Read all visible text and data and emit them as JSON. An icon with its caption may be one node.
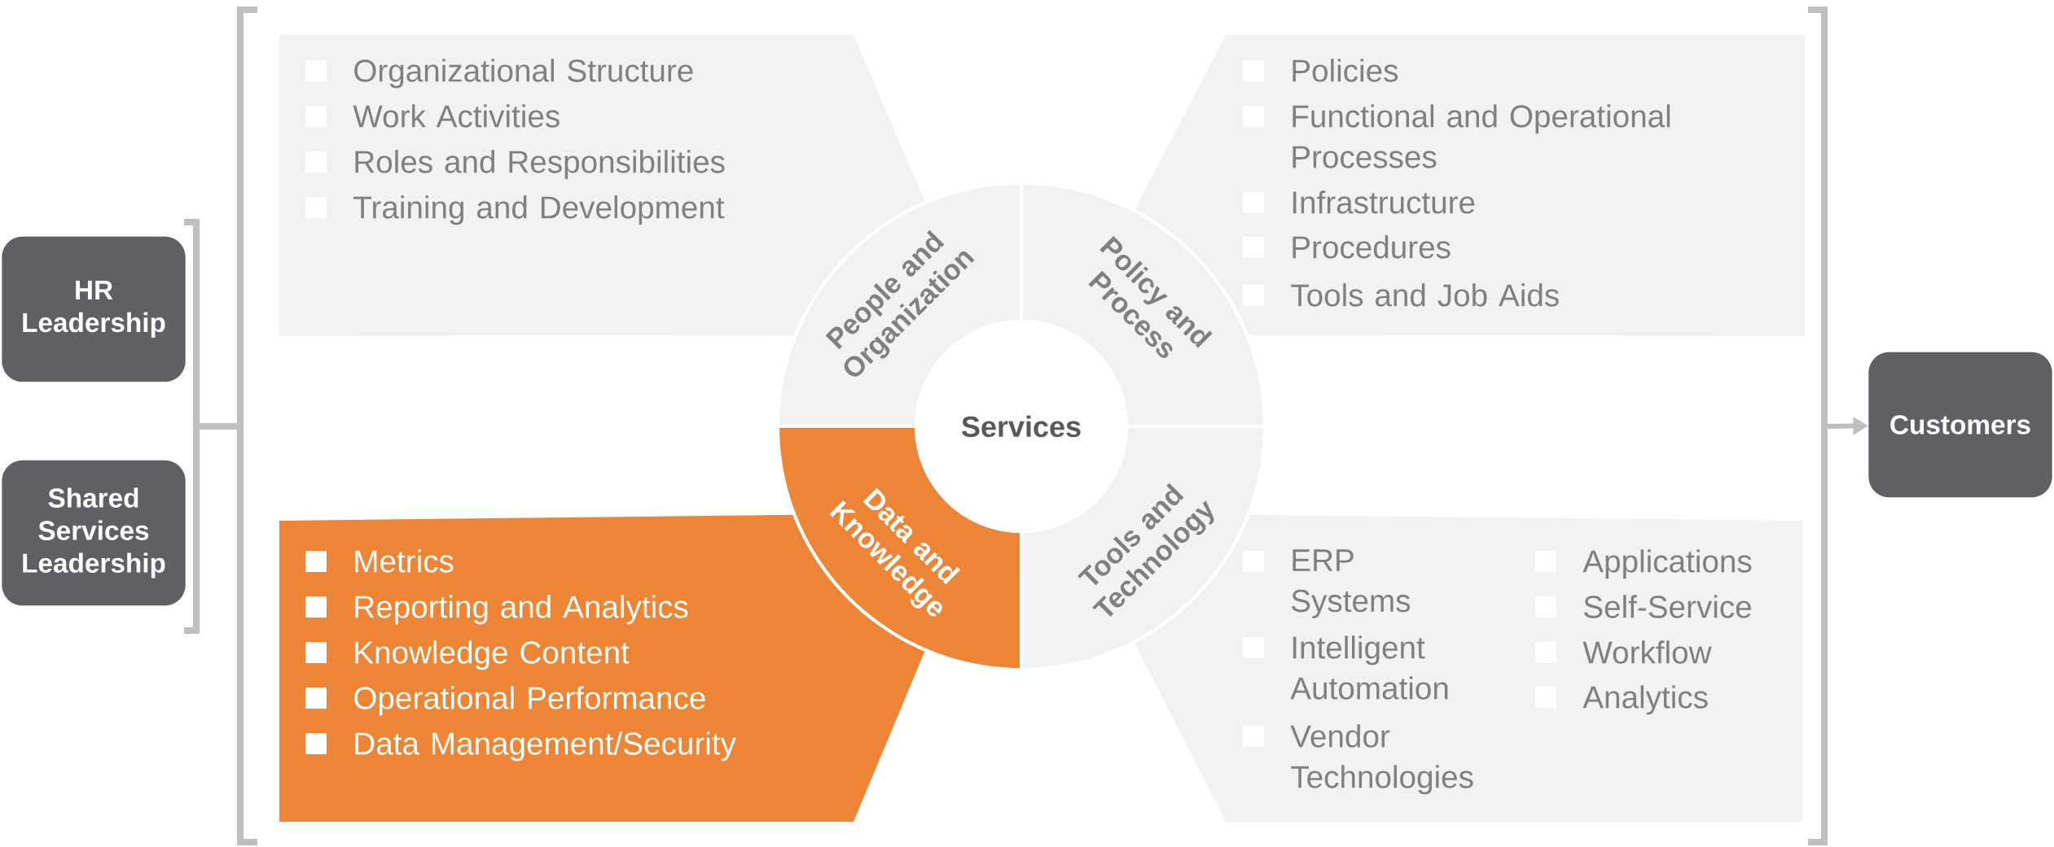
{
  "diagram": {
    "nodes": [
      {
        "text": [
          "HR Leadership"
        ]
      },
      {
        "text": [
          "Shared Services Leadership"
        ]
      },
      {
        "text": [
          "Organizational Structure",
          "Work Activities",
          "Roles and Responsibilities",
          "Training and Development"
        ]
      },
      {
        "text": [
          "Policies",
          "Functional and Operational Processes",
          "Infrastructure",
          "Procedures",
          "Tools and Job Aids"
        ]
      },
      {
        "text": [
          "Metrics",
          "Reporting and Analytics",
          "Knowledge Content",
          "Operational Performance",
          "Data Management/Security"
        ]
      },
      {
        "text": [
          "ERP Systems",
          "Intelligent Automation",
          "Vendor Technologies",
          "Applications",
          "Self-Service",
          "Workflow",
          "Analytics"
        ]
      },
      {
        "text": [
          "People and Organization"
        ]
      },
      {
        "text": [
          "Policy and Process"
        ]
      },
      {
        "text": [
          "Tools and Technology"
        ]
      },
      {
        "text": [
          "Data and Knowledge"
        ]
      },
      {
        "text": [
          "Services"
        ]
      },
      {
        "text": [
          "Customers"
        ]
      }
    ],
    "edges": [
      {
        "from": null,
        "to": 11,
        "arrow": "to"
      }
    ]
  }
}
